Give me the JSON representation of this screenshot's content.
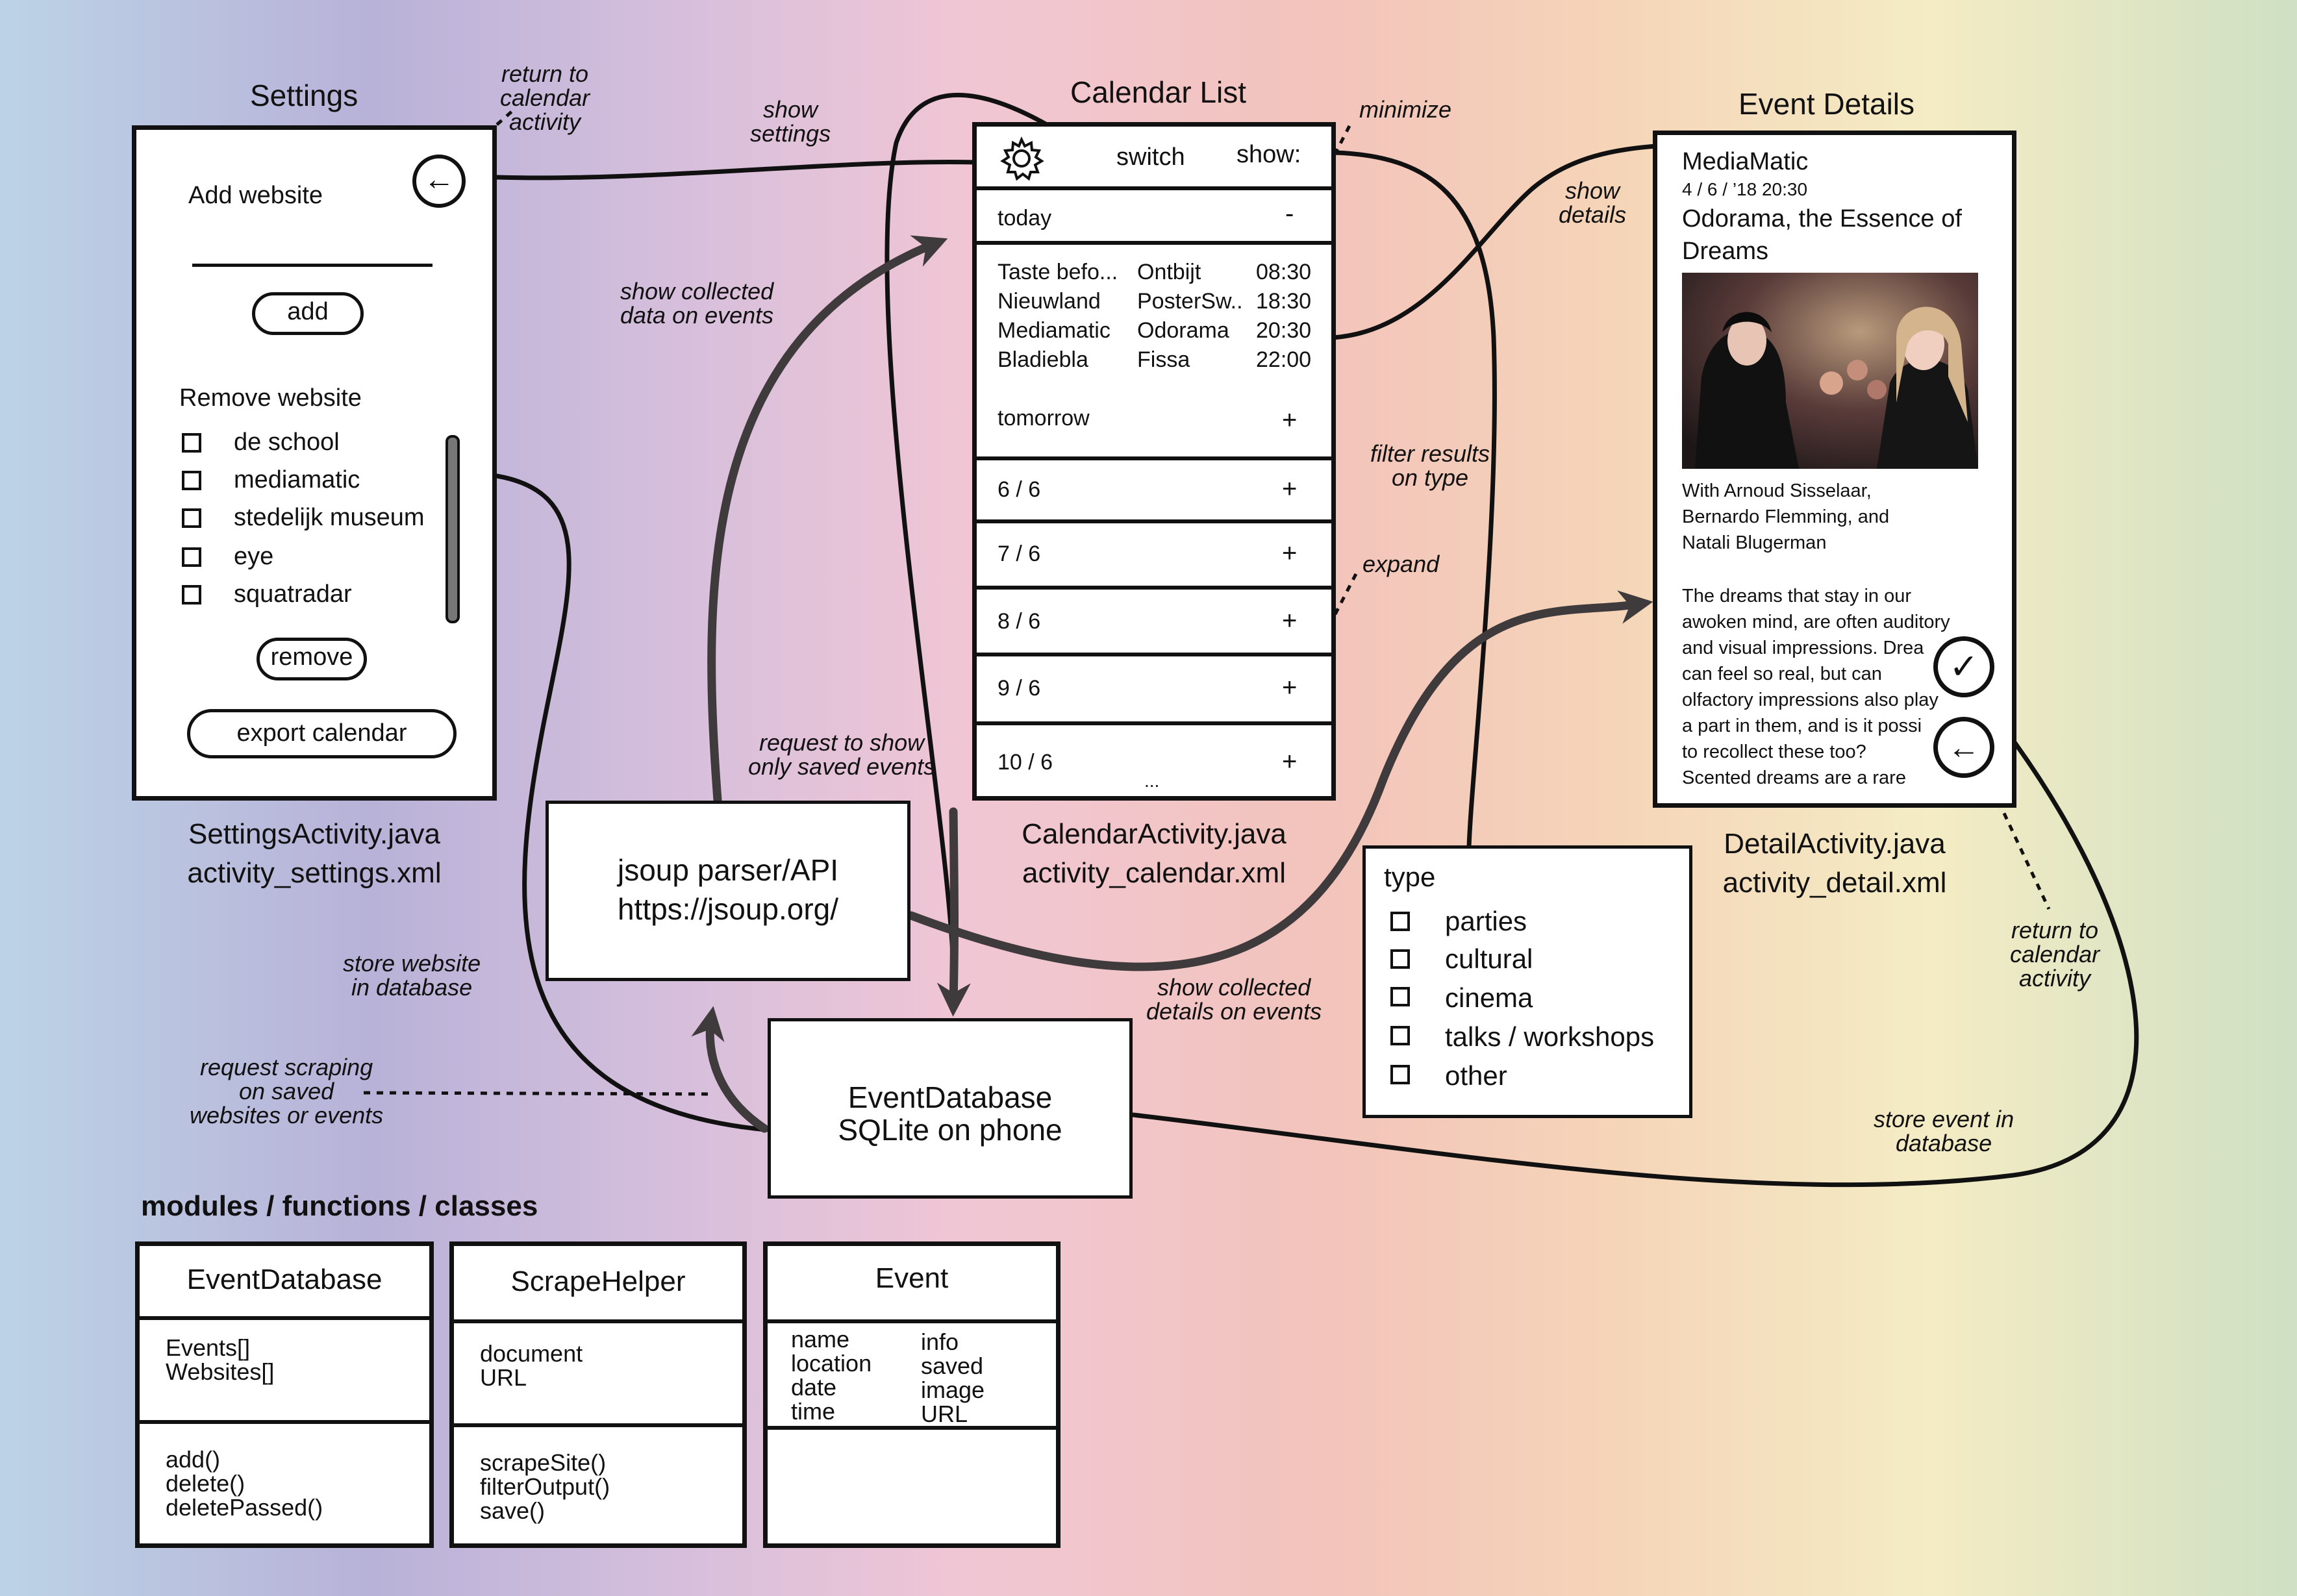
{
  "settings": {
    "title": "Settings",
    "add_website": "Add website",
    "add_button": "add",
    "remove_website": "Remove website",
    "websites": [
      "de school",
      "mediamatic",
      "stedelijk museum",
      "eye",
      "squatradar"
    ],
    "remove_button": "remove",
    "export_button": "export calendar",
    "caption1": "SettingsActivity.java",
    "caption2": "activity_settings.xml"
  },
  "calendar": {
    "title": "Calendar List",
    "switch_label": "switch",
    "show_label": "show:",
    "today": "today",
    "today_sign": "-",
    "events": [
      {
        "place": "Taste befo...",
        "name": "Ontbijt",
        "time": "08:30"
      },
      {
        "place": "Nieuwland",
        "name": "PosterSw..",
        "time": "18:30"
      },
      {
        "place": "Mediamatic",
        "name": "Odorama",
        "time": "20:30"
      },
      {
        "place": "Bladiebla",
        "name": "Fissa",
        "time": "22:00"
      }
    ],
    "days": [
      {
        "label": "tomorrow",
        "sign": "+"
      },
      {
        "label": "6 / 6",
        "sign": "+"
      },
      {
        "label": "7 / 6",
        "sign": "+"
      },
      {
        "label": "8 / 6",
        "sign": "+"
      },
      {
        "label": "9 / 6",
        "sign": "+"
      },
      {
        "label": "10 / 6",
        "sign": "+"
      }
    ],
    "more": "...",
    "caption1": "CalendarActivity.java",
    "caption2": "activity_calendar.xml"
  },
  "detail": {
    "title": "Event Details",
    "venue": "MediaMatic",
    "date": "4 / 6 / ’18 20:30",
    "event_title_1": "Odorama, the Essence of",
    "event_title_2": "Dreams",
    "with_lines": [
      "With Arnoud Sisselaar,",
      "Bernardo Flemming, and",
      "Natali Blugerman"
    ],
    "desc_lines": [
      "The dreams that stay in our",
      "awoken mind, are often auditory",
      "and visual impressions. Drea",
      "can feel so real, but can",
      "olfactory impressions also play",
      "a part in them, and is it possi",
      "to recollect these too?",
      "Scented dreams are a rare"
    ],
    "check_glyph": "✓",
    "back_glyph": "←",
    "caption1": "DetailActivity.java",
    "caption2": "activity_detail.xml"
  },
  "type_filter": {
    "title": "type",
    "options": [
      "parties",
      "cultural",
      "cinema",
      "talks / workshops",
      "other"
    ]
  },
  "jsoup": {
    "line1": "jsoup parser/API",
    "line2": "https://jsoup.org/"
  },
  "eventdb": {
    "line1": "EventDatabase",
    "line2": "SQLite on phone"
  },
  "notes": {
    "return_settings": [
      "return to",
      "calendar",
      "activity"
    ],
    "show_settings": [
      "show",
      "settings"
    ],
    "minimize": [
      "minimize"
    ],
    "show_details": [
      "show",
      "details"
    ],
    "show_collected_data": [
      "show collected",
      "data on events"
    ],
    "filter_results": [
      "filter results",
      "on type"
    ],
    "expand": [
      "expand"
    ],
    "request_saved": [
      "request to show",
      "only saved events"
    ],
    "store_website": [
      "store website",
      "in database"
    ],
    "request_scraping": [
      "request scraping",
      "on saved",
      "websites or events"
    ],
    "show_collected_details": [
      "show collected",
      "details on events"
    ],
    "return_detail": [
      "return to",
      "calendar",
      "activity"
    ],
    "store_event": [
      "store event in",
      "database"
    ]
  },
  "modules": {
    "heading": "modules / functions / classes",
    "classes": [
      {
        "name": "EventDatabase",
        "fields_col1": [
          "Events[]",
          "Websites[]"
        ],
        "fields_col2": [],
        "methods": [
          "add()",
          "delete()",
          "deletePassed()"
        ]
      },
      {
        "name": "ScrapeHelper",
        "fields_col1": [
          "document",
          "URL"
        ],
        "fields_col2": [],
        "methods": [
          "scrapeSite()",
          "filterOutput()",
          "save()"
        ]
      },
      {
        "name": "Event",
        "fields_col1": [
          "name",
          "location",
          "date",
          "time"
        ],
        "fields_col2": [
          "info",
          "saved",
          "image",
          "URL"
        ],
        "methods": []
      }
    ]
  },
  "colors": {
    "ink": "#111111",
    "arrow": "#3f3a3c"
  }
}
